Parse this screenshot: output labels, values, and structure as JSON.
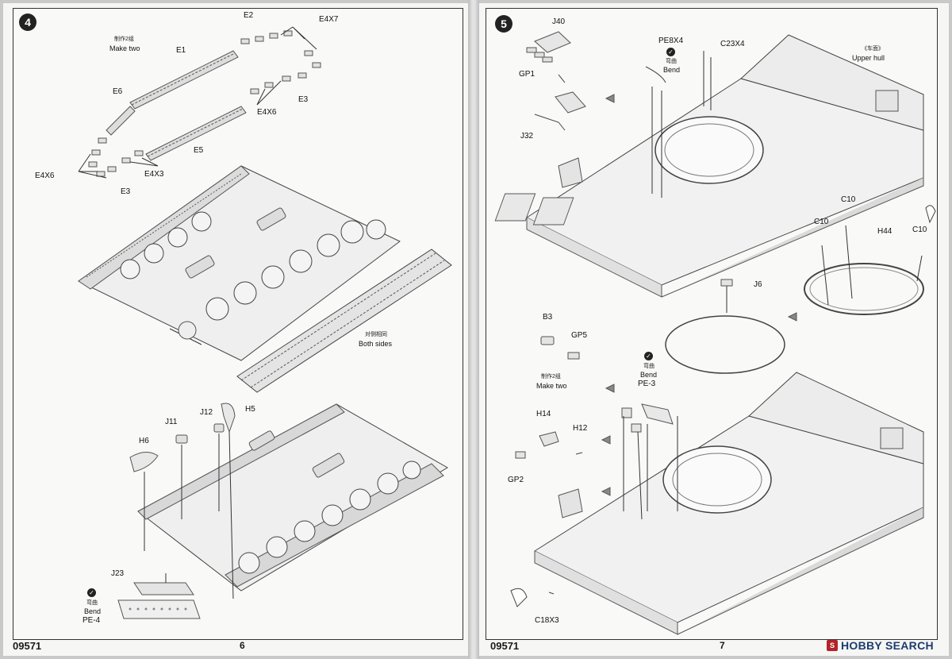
{
  "left_page": {
    "step_number": "4",
    "catalog_number": "09571",
    "page_number": "6",
    "labels": {
      "make_two_cn": "制作2组",
      "make_two_en": "Make two",
      "e1": "E1",
      "e2": "E2",
      "e4x7": "E4X7",
      "e6": "E6",
      "e3_top": "E3",
      "e4x6_mid": "E4X6",
      "e5": "E5",
      "e4x6_left": "E4X6",
      "e4x3": "E4X3",
      "e3_bottom": "E3",
      "both_sides_cn": "对侧相同",
      "both_sides_en": "Both sides",
      "j11": "J11",
      "j12": "J12",
      "h5": "H5",
      "h6": "H6",
      "j23": "J23",
      "bend_cn": "弯曲",
      "bend_en": "Bend",
      "pe4": "PE-4"
    }
  },
  "right_page": {
    "step_number": "5",
    "catalog_number": "09571",
    "page_number": "7",
    "labels": {
      "j40": "J40",
      "gp1": "GP1",
      "j32": "J32",
      "pe8x4": "PE8X4",
      "c23x4": "C23X4",
      "bend1_cn": "弯曲",
      "bend1_en": "Bend",
      "upper_hull_cn": "《车面》",
      "upper_hull_en": "Upper hull",
      "c10_top": "C10",
      "c10_left": "C10",
      "c10_right": "C10",
      "h44": "H44",
      "j6": "J6",
      "b3": "B3",
      "gp5": "GP5",
      "make_two_cn": "制作2组",
      "make_two_en": "Make two",
      "bend2_cn": "弯曲",
      "bend2_en": "Bend",
      "pe3": "PE-3",
      "h14": "H14",
      "h12": "H12",
      "gp2": "GP2",
      "c18x3": "C18X3"
    },
    "watermark": {
      "brand": "HOBBY SEARCH",
      "logo_letter": "S"
    }
  }
}
